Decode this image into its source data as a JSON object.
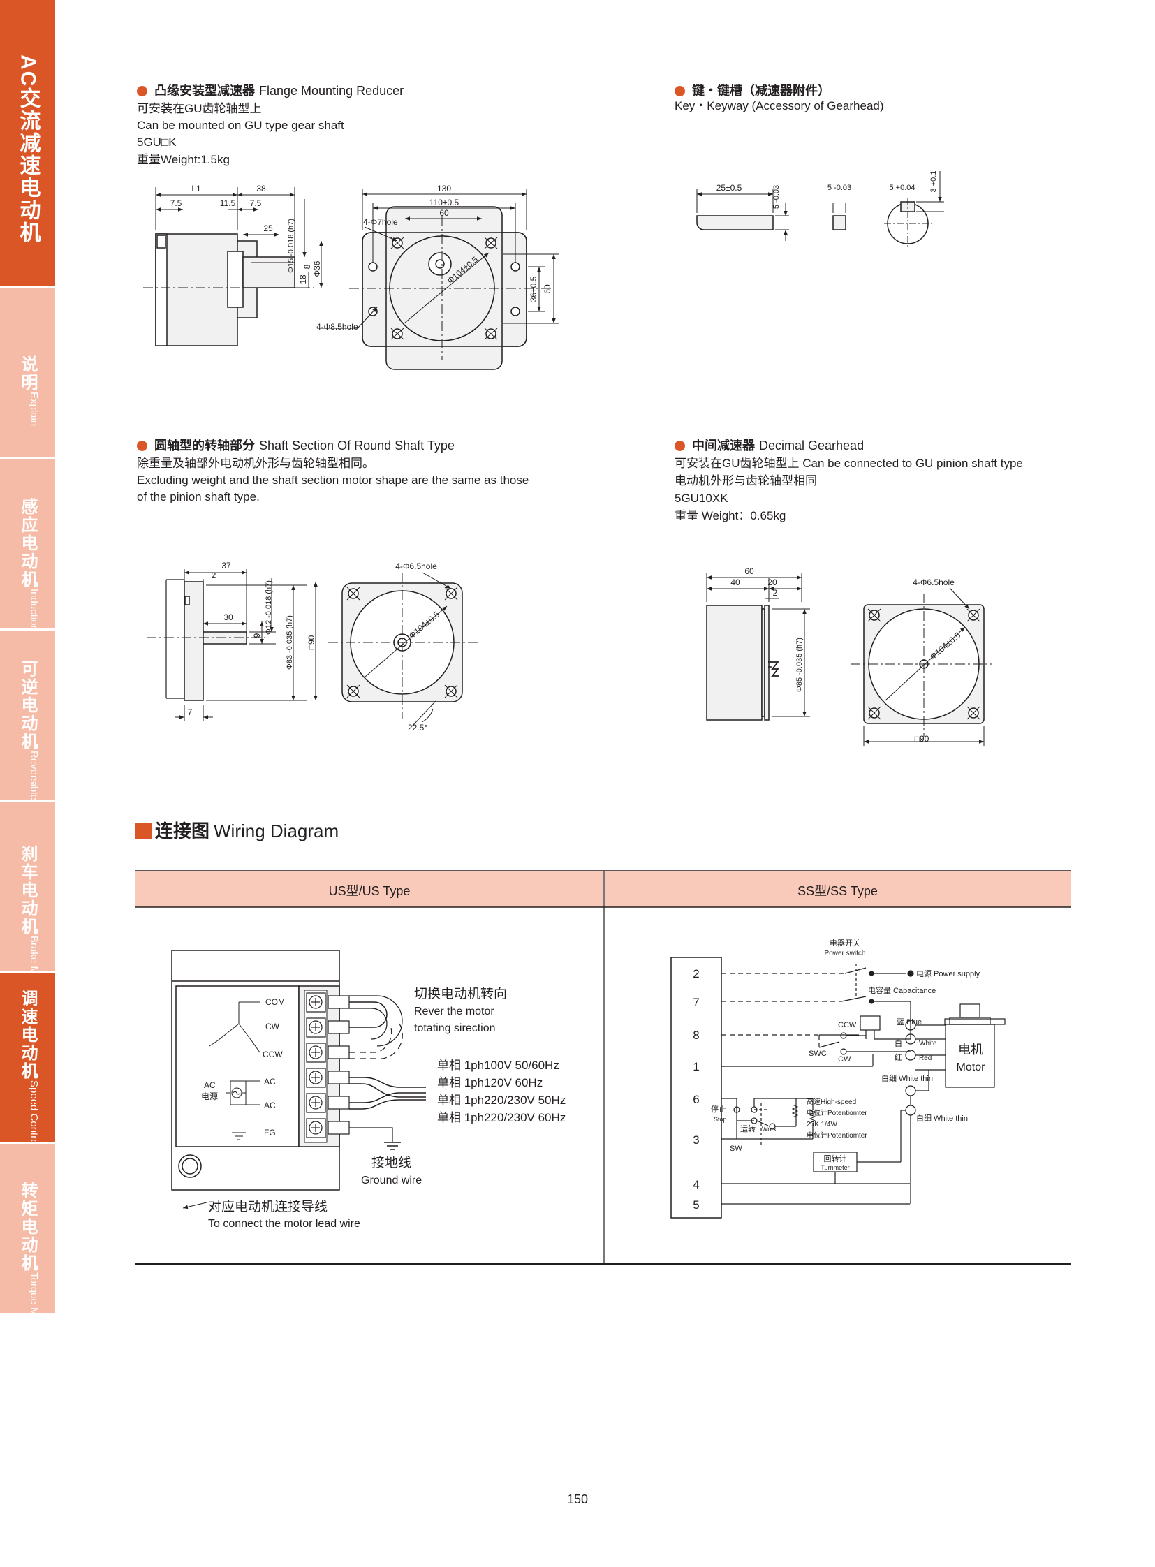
{
  "sidebar": {
    "main": {
      "zh": "AC交流减速电动机"
    },
    "tabs": [
      {
        "zh": "说明",
        "en": "Explain"
      },
      {
        "zh": "感应电动机",
        "en": "Induction Motor"
      },
      {
        "zh": "可逆电动机",
        "en": "Reversible Motors"
      },
      {
        "zh": "刹车电动机",
        "en": "Brake Motors"
      },
      {
        "zh": "调速电动机",
        "en": "Speed Control Motors"
      },
      {
        "zh": "转矩电动机",
        "en": "Torque Motors"
      }
    ]
  },
  "colors": {
    "accent": "#db5627",
    "pale": "#f6bba6",
    "table_header": "#f9c9b9"
  },
  "flange": {
    "title_zh": "凸缘安装型减速器",
    "title_en": "Flange Mounting Reducer",
    "line1": "可安装在GU齿轮轴型上",
    "line2": "Can be mounted on GU type gear shaft",
    "line3": "5GU□K",
    "line4": "重量Weight:1.5kg",
    "dims": {
      "L1": "L1",
      "d38": "38",
      "d7_5a": "7.5",
      "d11_5": "11.5",
      "d7_5b": "7.5",
      "d25": "25",
      "phi15": "Φ15 -0.018 (h7)",
      "phi36": "Φ36",
      "d18": "18",
      "d8": "8",
      "d130": "130",
      "d110": "110±0.5",
      "d60": "60",
      "hole7": "4-Φ7hole",
      "phi104": "Φ104±0.5",
      "d36v": "36±0.5",
      "d60v": "60",
      "hole85": "4-Φ8.5hole"
    }
  },
  "key": {
    "title_zh": "键・键槽（减速器附件）",
    "line1": "Key・Keyway (Accessory of Gearhead)",
    "dims": {
      "d25": "25±0.5",
      "d5a": "5 -0.03",
      "d5b": "5 -0.03",
      "d5c": "5 +0.04",
      "d3": "3 +0.1"
    }
  },
  "round": {
    "title_zh": "圆轴型的转轴部分",
    "title_en": "Shaft Section Of Round Shaft Type",
    "line1": "除重量及轴部外电动机外形与齿轮轴型相同。",
    "line2": "Excluding weight and the shaft section motor shape are the same as those",
    "line3": "of the pinion shaft type.",
    "dims": {
      "d37": "37",
      "d2": "2",
      "d30": "30",
      "phi12": "Φ12 -0.018 (h7)",
      "phi83": "Φ83 -0.035 (h7)",
      "d90": "□90",
      "d9": "9",
      "d7": "7",
      "hole65": "4-Φ6.5hole",
      "phi104": "Φ104±0.5",
      "ang": "22.5°"
    }
  },
  "decimal": {
    "title_zh": "中间减速器",
    "title_en": "Decimal Gearhead",
    "line1": "可安装在GU齿轮轴型上 Can be connected to GU pinion shaft type",
    "line2": "电动机外形与齿轮轴型相同",
    "line3": "5GU10XK",
    "line4": "重量 Weight：0.65kg",
    "dims": {
      "d60": "60",
      "d40": "40",
      "d20": "20",
      "d2": "2",
      "phi85": "Φ85 -0.035 (h7)",
      "hole65": "4-Φ6.5hole",
      "phi104": "Φ104±0.5",
      "d90": "□90"
    }
  },
  "wiring": {
    "title_zh": "连接图",
    "title_en": "Wiring Diagram",
    "us_header": "US型/US Type",
    "ss_header": "SS型/SS Type",
    "us": {
      "com": "COM",
      "cw": "CW",
      "ccw": "CCW",
      "ac_label": "AC",
      "ac_zh": "电源",
      "ac1": "AC",
      "ac2": "AC",
      "fg": "FG",
      "switch_zh": "切换电动机转向",
      "switch_en1": "Rever the motor",
      "switch_en2": "totating sirection",
      "v1": "单相 1ph100V  50/60Hz",
      "v2": "单相 1ph120V  60Hz",
      "v3": "单相 1ph220/230V  50Hz",
      "v4": "单相 1ph220/230V  60Hz",
      "ground_zh": "接地线",
      "ground_en": "Ground wire",
      "lead_zh": "对应电动机连接导线",
      "lead_en": "To connect the motor lead wire"
    },
    "ss": {
      "pins": [
        "2",
        "7",
        "8",
        "1",
        "6",
        "3",
        "4",
        "5"
      ],
      "power_switch_zh": "电器开关",
      "power_switch_en": "Power switch",
      "power_supply": "电源 Power supply",
      "capacitance": "电容量 Capacitance",
      "ccw": "CCW",
      "cw": "CW",
      "swc": "SWC",
      "blue": "蓝 Blue",
      "white_zh": "白",
      "white": "White",
      "red_zh": "红",
      "red": "Red",
      "white_thin": "白细 White thin",
      "white_thin2": "白细 White thin",
      "motor_zh": "电机",
      "motor_en": "Motor",
      "stop_zh": "停止",
      "stop_en": "Stop",
      "work_zh": "运转",
      "work_en": "Work",
      "sw": "SW",
      "pot1": "高速High-speed",
      "pot2": "电位计Potentiomter",
      "pot3": "20K  1/4W",
      "pot4": "电位计Potentiomter",
      "turnmeter_zh": "回转计",
      "turnmeter_en": "Turnmeter"
    }
  },
  "page_number": "150"
}
